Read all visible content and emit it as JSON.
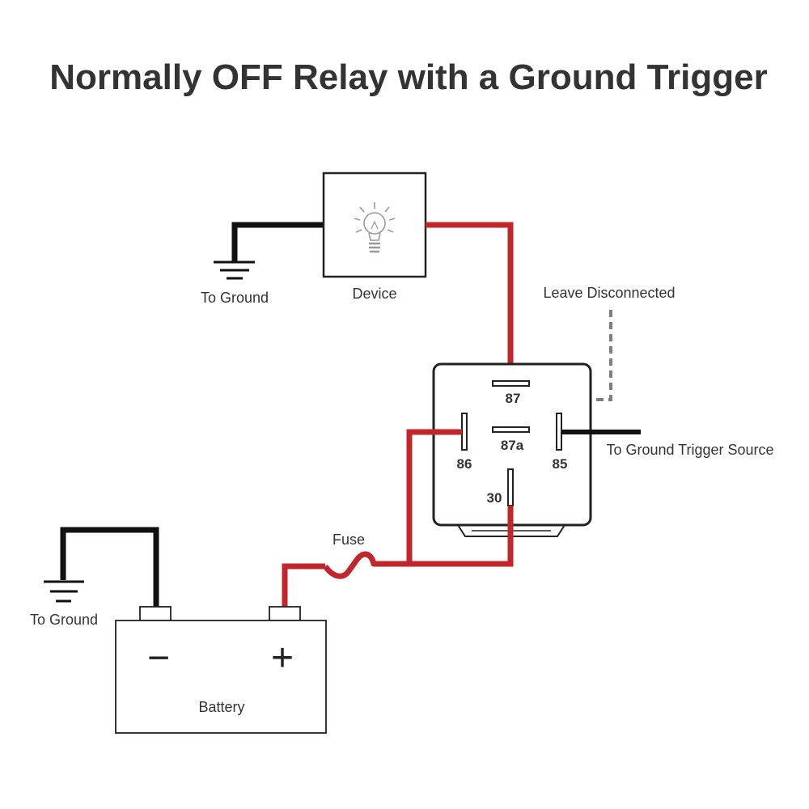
{
  "title": "Normally OFF Relay with a Ground Trigger",
  "labels": {
    "ground_top": "To Ground",
    "device": "Device",
    "leave_disconnected": "Leave Disconnected",
    "trigger_source": "To Ground Trigger Source",
    "fuse": "Fuse",
    "ground_bottom": "To Ground",
    "battery": "Battery"
  },
  "battery": {
    "negative_sign": "−",
    "positive_sign": "+"
  },
  "relay_pins": {
    "p87": "87",
    "p87a": "87a",
    "p86": "86",
    "p85": "85",
    "p30": "30"
  },
  "colors": {
    "power_wire": "#c0262b",
    "ground_wire": "#111111",
    "disconnected_wire": "#7f7f7f",
    "outline": "#222222",
    "text": "#333333"
  },
  "icons": {
    "device": "light-bulb-icon",
    "ground": "ground-symbol-icon",
    "fuse": "fuse-icon"
  }
}
